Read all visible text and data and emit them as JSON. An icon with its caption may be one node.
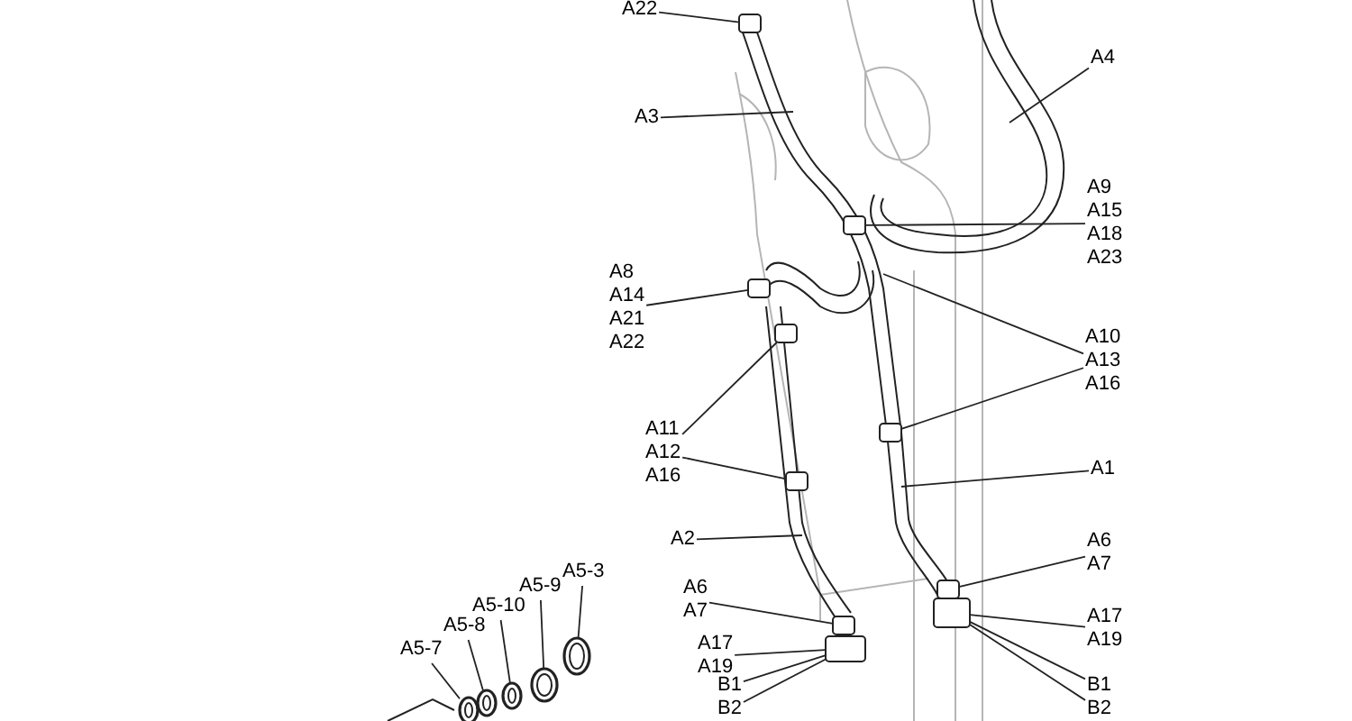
{
  "diagram": {
    "nodes": [
      {
        "text": [
          "A22"
        ]
      },
      {
        "text": [
          "A4"
        ]
      },
      {
        "text": [
          "A3"
        ]
      },
      {
        "text": [
          "A9",
          "A15",
          "A18",
          "A23"
        ]
      },
      {
        "text": [
          "A8",
          "A14",
          "A21",
          "A22"
        ]
      },
      {
        "text": [
          "A10",
          "A13",
          "A16"
        ]
      },
      {
        "text": [
          "A11",
          "A12",
          "A16"
        ]
      },
      {
        "text": [
          "A1"
        ]
      },
      {
        "text": [
          "A2"
        ]
      },
      {
        "text": [
          "A6",
          "A7"
        ]
      },
      {
        "text": [
          "A17",
          "A19"
        ]
      },
      {
        "text": [
          "B1"
        ]
      },
      {
        "text": [
          "B2"
        ]
      },
      {
        "text": [
          "A6",
          "A7"
        ]
      },
      {
        "text": [
          "A17",
          "A19"
        ]
      },
      {
        "text": [
          "B1"
        ]
      },
      {
        "text": [
          "B2"
        ]
      },
      {
        "text": [
          "A5-3"
        ]
      },
      {
        "text": [
          "A5-9"
        ]
      },
      {
        "text": [
          "A5-10"
        ]
      },
      {
        "text": [
          "A5-8"
        ]
      },
      {
        "text": [
          "A5-7"
        ]
      },
      {
        "text": [],
        "shape": "box"
      },
      {
        "text": [],
        "shape": "box"
      },
      {
        "text": [],
        "shape": "box"
      },
      {
        "text": [],
        "shape": "box"
      },
      {
        "text": [],
        "shape": "box"
      },
      {
        "text": [],
        "shape": "box"
      },
      {
        "text": [],
        "shape": "box"
      },
      {
        "text": [],
        "shape": "box"
      },
      {
        "text": [],
        "shape": "box"
      },
      {
        "text": [],
        "shape": "box"
      },
      {
        "text": [],
        "shape": "circle"
      },
      {
        "text": [],
        "shape": "circle"
      },
      {
        "text": [],
        "shape": "circle"
      },
      {
        "text": [],
        "shape": "circle"
      },
      {
        "text": [],
        "shape": "circle"
      }
    ],
    "edges": [
      {
        "from": 0,
        "to": 22,
        "arrow": "none"
      },
      {
        "from": 1,
        "to": null,
        "arrow": "none"
      },
      {
        "from": 2,
        "to": null,
        "arrow": "none"
      },
      {
        "from": 3,
        "to": 23,
        "arrow": "none"
      },
      {
        "from": 4,
        "to": 24,
        "arrow": "none"
      },
      {
        "from": 5,
        "to": null,
        "arrow": "none"
      },
      {
        "from": 5,
        "to": 26,
        "arrow": "none"
      },
      {
        "from": 6,
        "to": 25,
        "arrow": "none"
      },
      {
        "from": 6,
        "to": 27,
        "arrow": "none"
      },
      {
        "from": 7,
        "to": null,
        "arrow": "none"
      },
      {
        "from": 8,
        "to": null,
        "arrow": "none"
      },
      {
        "from": 9,
        "to": 30,
        "arrow": "none"
      },
      {
        "from": 10,
        "to": 31,
        "arrow": "none"
      },
      {
        "from": 11,
        "to": 31,
        "arrow": "none"
      },
      {
        "from": 12,
        "to": 31,
        "arrow": "none"
      },
      {
        "from": 13,
        "to": 28,
        "arrow": "none"
      },
      {
        "from": 14,
        "to": 29,
        "arrow": "none"
      },
      {
        "from": 15,
        "to": 29,
        "arrow": "none"
      },
      {
        "from": 16,
        "to": 29,
        "arrow": "none"
      },
      {
        "from": 17,
        "to": 36,
        "arrow": "none"
      },
      {
        "from": 18,
        "to": 35,
        "arrow": "none"
      },
      {
        "from": 19,
        "to": 34,
        "arrow": "none"
      },
      {
        "from": 20,
        "to": 33,
        "arrow": "none"
      },
      {
        "from": 21,
        "to": 32,
        "arrow": "none"
      }
    ]
  }
}
